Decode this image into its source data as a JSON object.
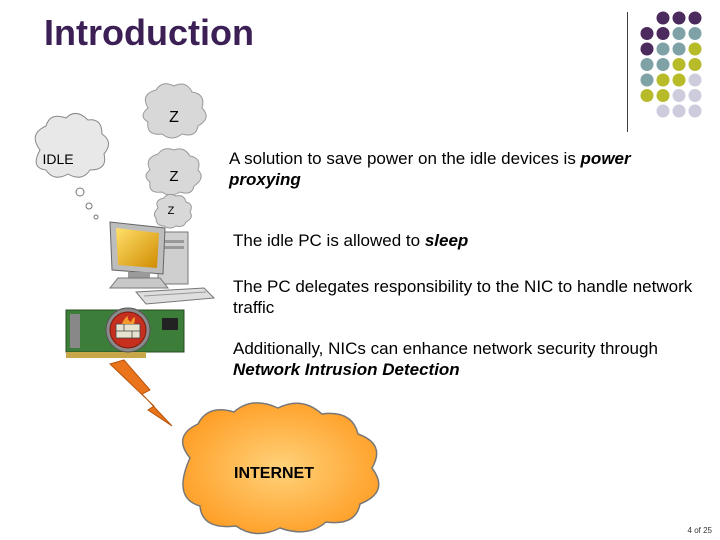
{
  "slide": {
    "title": "Introduction",
    "page_number": "4 of 25"
  },
  "clouds": {
    "idle_label": "IDLE",
    "z_top": "Z",
    "z_mid": "Z",
    "z_small": "Z",
    "internet_label": "INTERNET"
  },
  "bullets": {
    "b1_text": "A solution to save power on the idle devices is ",
    "b1_emph": "power proxying",
    "b2_text": "The idle PC is allowed to ",
    "b2_emph": "sleep",
    "b3_text": "The PC delegates responsibility to the NIC to handle network traffic",
    "b4_text": "Additionally, NICs can enhance network security through ",
    "b4_emph": "Network Intrusion Detection"
  },
  "colors": {
    "title": "#3c1f55",
    "dot_purple": "#4b2a5e",
    "dot_teal": "#7fa2a6",
    "dot_olive": "#b7bb2a",
    "dot_lavender": "#ccccdd",
    "cloud_fill": "#e8e8e8",
    "internet_fill": "#ffb347",
    "lightning": "#e9741b"
  }
}
